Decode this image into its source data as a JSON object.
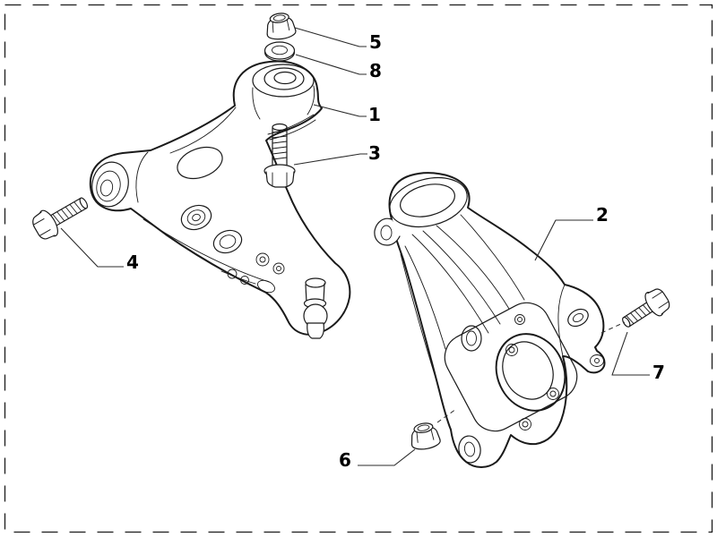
{
  "figure": {
    "kind": "exploded-parts-line-drawing",
    "subject": "front suspension lower control arm and steering knuckle",
    "colors": {
      "background": "#ffffff",
      "line": "#1a1a1a",
      "leader": "#2b2b2b"
    },
    "frame_style": "dashed rectangle border"
  },
  "callouts": [
    {
      "number": "1",
      "part_name": "lower-control-arm"
    },
    {
      "number": "2",
      "part_name": "steering-knuckle"
    },
    {
      "number": "3",
      "part_name": "flanged-hex-bolt-vertical"
    },
    {
      "number": "4",
      "part_name": "flanged-hex-bolt-front-bushing"
    },
    {
      "number": "5",
      "part_name": "self-locking-flange-nut-top"
    },
    {
      "number": "6",
      "part_name": "self-locking-flange-nut-lower"
    },
    {
      "number": "7",
      "part_name": "flanged-hex-bolt-knuckle"
    },
    {
      "number": "8",
      "part_name": "flat-washer"
    }
  ]
}
